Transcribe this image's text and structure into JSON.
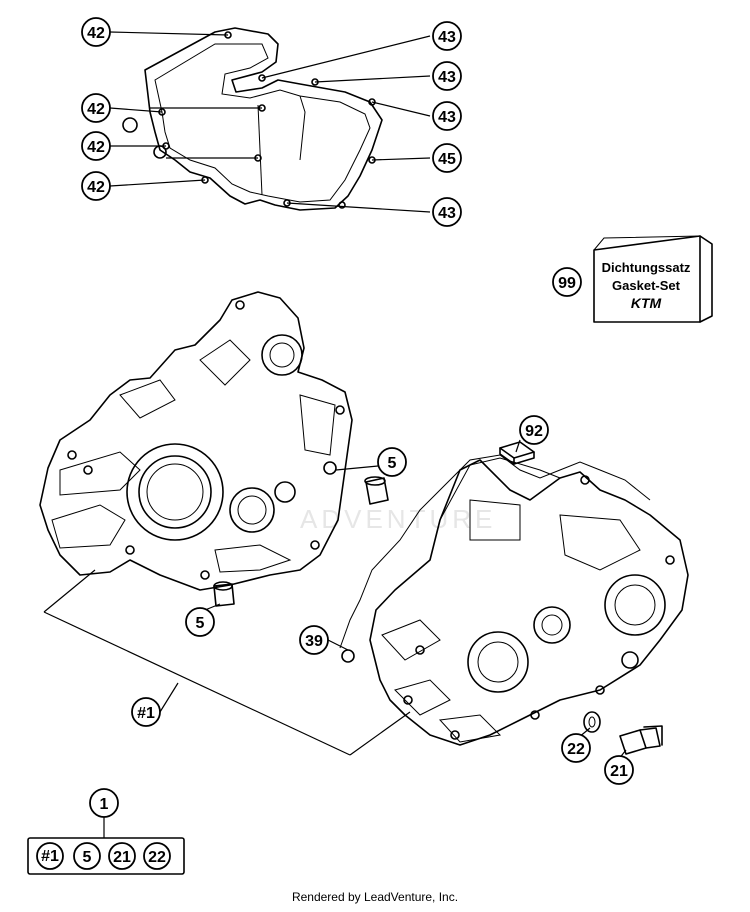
{
  "callouts": {
    "c42a": "42",
    "c42b": "42",
    "c42c": "42",
    "c42d": "42",
    "c43a": "43",
    "c43b": "43",
    "c43c": "43",
    "c43d": "43",
    "c45": "45",
    "c99": "99",
    "c92": "92",
    "c5a": "5",
    "c5b": "5",
    "c39": "39",
    "c1": "#1",
    "c22": "22",
    "c21": "21",
    "kit": "1"
  },
  "gasket_box": {
    "line1": "Dichtungssatz",
    "line2": "Gasket-Set",
    "brand": "KTM"
  },
  "kit_contents": [
    "#1",
    "5",
    "21",
    "22"
  ],
  "watermark": "ADVENTURE",
  "footer": "Rendered by LeadVenture, Inc."
}
